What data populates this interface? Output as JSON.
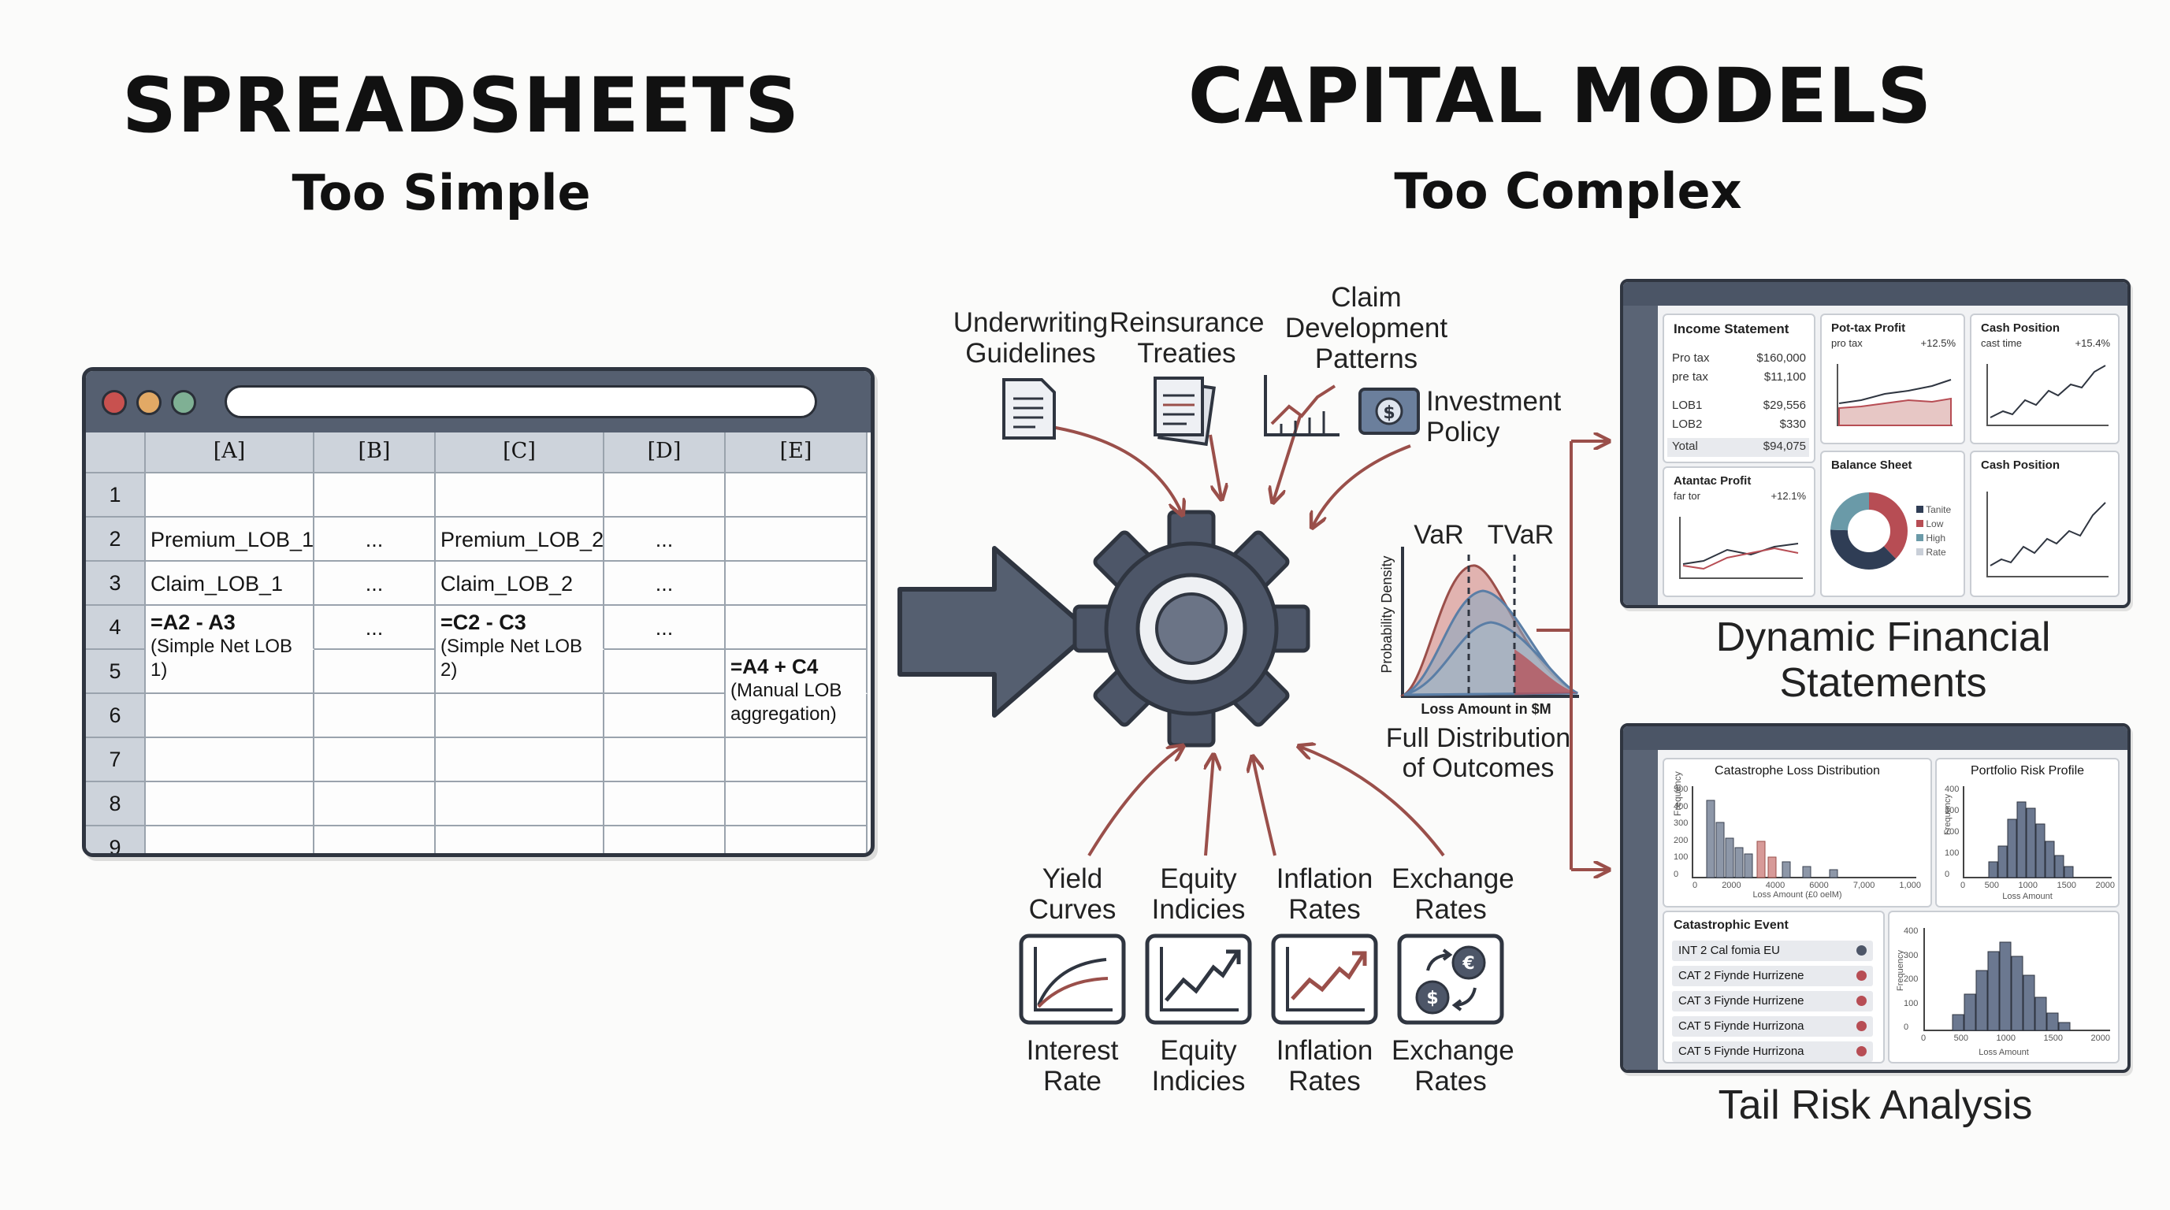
{
  "left": {
    "title": "SPREADSHEETS",
    "subtitle": "Too Simple",
    "sheet": {
      "columns": [
        "[A]",
        "[B]",
        "[C]",
        "[D]",
        "[E]"
      ],
      "rows": [
        "1",
        "2",
        "3",
        "4",
        "5",
        "6",
        "7",
        "8",
        "9"
      ],
      "cells": {
        "a2": "Premium_LOB_1",
        "b2": "...",
        "c2": "Premium_LOB_2",
        "d2": "...",
        "a3": "Claim_LOB_1",
        "b3": "...",
        "c3": "Claim_LOB_2",
        "d3": "...",
        "a4": "=A2 - A3",
        "a4_note": "(Simple Net LOB 1)",
        "b4": "...",
        "c4": "=C2 - C3",
        "c4_note": "(Simple Net LOB 2)",
        "d4": "...",
        "e5": "=A4 + C4",
        "e5_note": "(Manual LOB aggregation)"
      }
    }
  },
  "right": {
    "title": "CAPITAL MODELS",
    "subtitle": "Too Complex",
    "inputs_top": [
      {
        "label": "Underwriting Guidelines",
        "icon": "document-icon"
      },
      {
        "label": "Reinsurance Treaties",
        "icon": "treaty-icon"
      },
      {
        "label": "Claim Development Patterns",
        "icon": "line-chart-icon"
      },
      {
        "label": "Investment Policy",
        "icon": "money-icon"
      }
    ],
    "inputs_bottom": [
      {
        "label": "Yield Curves",
        "caption": "Interest Rate",
        "icon": "curve-icon"
      },
      {
        "label": "Equity Indicies",
        "caption": "Equity Indicies",
        "icon": "trend-icon"
      },
      {
        "label": "Inflation Rates",
        "caption": "Inflation Rates",
        "icon": "trend-icon"
      },
      {
        "label": "Exchange Rates",
        "caption": "Exchange Rates",
        "icon": "exchange-icon"
      }
    ],
    "distribution": {
      "var_label": "VaR",
      "tvar_label": "TVaR",
      "ylabel": "Probability Density",
      "xlabel": "Loss Amount in $M",
      "caption": "Full Distribution of Outcomes"
    },
    "outputs": {
      "financial": {
        "caption": "Dynamic Financial Statements",
        "income": {
          "title": "Income Statement",
          "rows": [
            {
              "k": "Pro tax",
              "v": "$160,000"
            },
            {
              "k": "pre tax",
              "v": "$11,100"
            },
            {
              "k": "LOB1",
              "v": "$29,556"
            },
            {
              "k": "LOB2",
              "v": "$330"
            },
            {
              "k": "Yotal",
              "v": "$94,075"
            }
          ]
        },
        "pretax": {
          "title": "Pot-tax Profit",
          "sub": "pro tax",
          "pct": "+12.5%"
        },
        "cash1": {
          "title": "Cash Position",
          "sub": "cast time",
          "pct": "+15.4%"
        },
        "profit2": {
          "title": "Atantac Profit",
          "sub": "far tor",
          "pct": "+12.1%"
        },
        "balance": {
          "title": "Balance Sheet",
          "legend": [
            "Tanite",
            "Low",
            "High",
            "Rate"
          ]
        },
        "cash2": {
          "title": "Cash Position"
        }
      },
      "tail": {
        "caption": "Tail Risk Analysis",
        "cat_loss": {
          "title": "Catastrophe Loss Distribution",
          "xlabel": "Loss Amount (£0 oelM)",
          "ylabel": "Frequency",
          "xticks": [
            "0",
            "2000",
            "4000",
            "6000",
            "7,000",
            "1,000"
          ],
          "yticks": [
            "500",
            "400",
            "300",
            "200",
            "100",
            "0"
          ]
        },
        "portfolio": {
          "title": "Portfolio Risk Profile",
          "xlabel": "Loss Amount",
          "ylabel": "Frequency",
          "xticks": [
            "0",
            "500",
            "1000",
            "1500",
            "2000"
          ],
          "yticks": [
            "400",
            "300",
            "200",
            "100",
            "0"
          ]
        },
        "events": {
          "title": "Catastrophic Event",
          "items": [
            "INT 2 Cal fomia EU",
            "CAT 2 Fiynde Hurrizene",
            "CAT 3 Fiynde Hurrizene",
            "CAT 5 Fiynde Hurrizona",
            "CAT 5 Fiynde Hurrizona"
          ]
        },
        "hist3": {
          "xlabel": "Loss Amount",
          "ylabel": "Frequency",
          "xticks": [
            "0",
            "500",
            "1000",
            "1500",
            "2000"
          ],
          "yticks": [
            "400",
            "300",
            "200",
            "100",
            "0"
          ]
        }
      }
    }
  },
  "colors": {
    "ink": "#2f3540",
    "gear": "#4d5668",
    "arrow_red": "#9a4f4a",
    "accent_red": "#b74d54",
    "accent_blue": "#5a7ea6"
  }
}
